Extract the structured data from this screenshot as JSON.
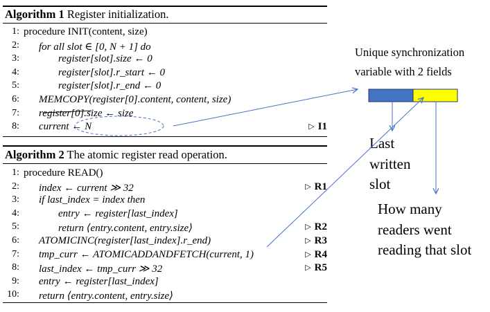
{
  "algorithm1": {
    "caption_label": "Algorithm 1",
    "caption_title": "Register initialization.",
    "lines": [
      {
        "num": "1:",
        "code": "procedure INIT(content, size)",
        "indent": 0,
        "tag": ""
      },
      {
        "num": "2:",
        "code": "for all slot ∈ [0, N + 1] do",
        "indent": 1,
        "tag": ""
      },
      {
        "num": "3:",
        "code": "register[slot].size ← 0",
        "indent": 2,
        "tag": ""
      },
      {
        "num": "4:",
        "code": "register[slot].r_start ← 0",
        "indent": 2,
        "tag": ""
      },
      {
        "num": "5:",
        "code": "register[slot].r_end ← 0",
        "indent": 2,
        "tag": ""
      },
      {
        "num": "6:",
        "code": "MEMCOPY(register[0].content, content, size)",
        "indent": 1,
        "tag": ""
      },
      {
        "num": "7:",
        "code": "register[0].size ← size",
        "indent": 1,
        "tag": ""
      },
      {
        "num": "8:",
        "code": "current ← N",
        "indent": 1,
        "tag": "I1"
      }
    ]
  },
  "algorithm2": {
    "caption_label": "Algorithm 2",
    "caption_title": "The atomic register read operation.",
    "lines": [
      {
        "num": "1:",
        "code": "procedure READ()",
        "indent": 0,
        "tag": ""
      },
      {
        "num": "2:",
        "code": "index ← current ≫ 32",
        "indent": 1,
        "tag": "R1"
      },
      {
        "num": "3:",
        "code": "if last_index = index then",
        "indent": 1,
        "tag": ""
      },
      {
        "num": "4:",
        "code": "entry ← register[last_index]",
        "indent": 2,
        "tag": ""
      },
      {
        "num": "5:",
        "code": "return ⟨entry.content, entry.size⟩",
        "indent": 2,
        "tag": "R2"
      },
      {
        "num": "6:",
        "code": "ATOMICINC(register[last_index].r_end)",
        "indent": 1,
        "tag": "R3"
      },
      {
        "num": "7:",
        "code": "tmp_curr ← ATOMICADDANDFETCH(current, 1)",
        "indent": 1,
        "tag": "R4"
      },
      {
        "num": "8:",
        "code": "last_index ← tmp_curr ≫ 32",
        "indent": 1,
        "tag": "R5"
      },
      {
        "num": "9:",
        "code": "entry ← register[last_index]",
        "indent": 1,
        "tag": ""
      },
      {
        "num": "10:",
        "code": "return ⟨entry.content, entry.size⟩",
        "indent": 1,
        "tag": ""
      }
    ]
  },
  "annotations": {
    "sync_var_line1": "Unique synchronization",
    "sync_var_line2": "variable with 2 fields",
    "last_written_1": "Last",
    "last_written_2": "written",
    "last_written_3": "slot",
    "readers_1": "How many",
    "readers_2": "readers went",
    "readers_3": "reading that slot"
  },
  "colors": {
    "field_left": "#4472C4",
    "field_right": "#FFFF00",
    "arrow": "#4472C4"
  }
}
